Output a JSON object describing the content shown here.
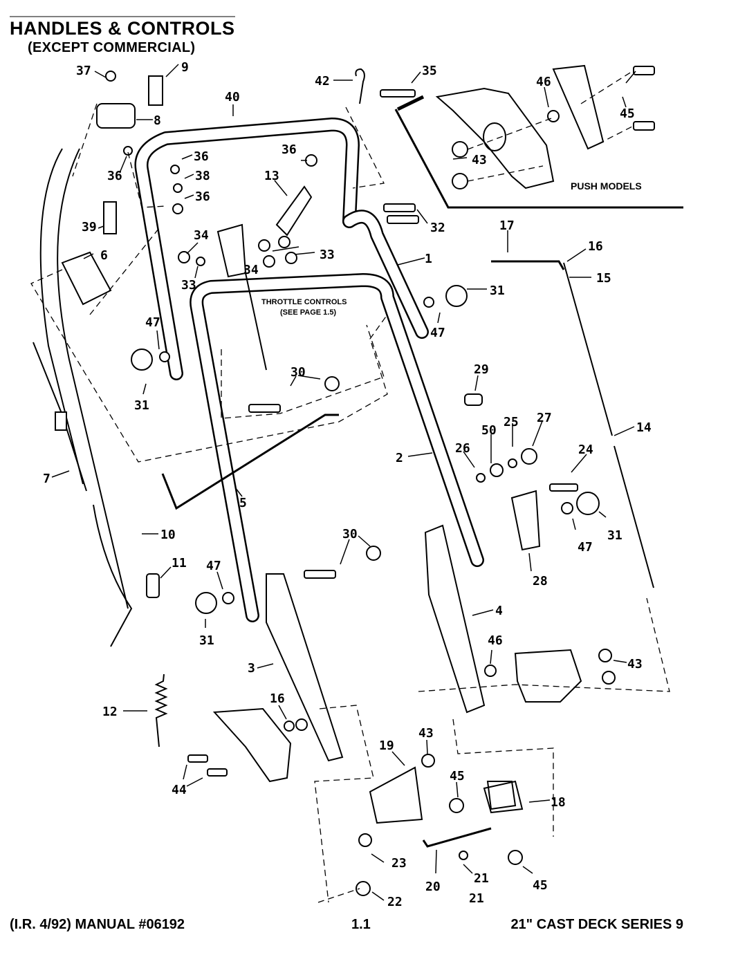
{
  "header": {
    "title": "HANDLES & CONTROLS",
    "subtitle": "(EXCEPT COMMERCIAL)"
  },
  "notes": {
    "throttle_line1": "THROTTLE CONTROLS",
    "throttle_line2": "(SEE PAGE 1.5)",
    "push_models": "PUSH MODELS"
  },
  "callouts": {
    "c37": "37",
    "c9": "9",
    "c8": "8",
    "c36a": "36",
    "c36b": "36",
    "c36c": "36",
    "c36d": "36",
    "c38": "38",
    "c39": "39",
    "c6": "6",
    "c40": "40",
    "c42": "42",
    "c35": "35",
    "c46a": "46",
    "c45a": "45",
    "c43a": "43",
    "c13": "13",
    "c32": "32",
    "c34a": "34",
    "c34b": "34",
    "c33a": "33",
    "c33b": "33",
    "c1": "1",
    "c17": "17",
    "c16a": "16",
    "c15": "15",
    "c31a": "31",
    "c47a": "47",
    "c47b": "47",
    "c31b": "31",
    "c30a": "30",
    "c29": "29",
    "c50": "50",
    "c25": "25",
    "c27": "27",
    "c26": "26",
    "c24": "24",
    "c2": "2",
    "c14": "14",
    "c7": "7",
    "c5": "5",
    "c10": "10",
    "c30b": "30",
    "c11": "11",
    "c47c": "47",
    "c47d": "47",
    "c31c": "31",
    "c28": "28",
    "c31d": "31",
    "c4": "4",
    "c46b": "46",
    "c43b": "43",
    "c3": "3",
    "c12": "12",
    "c16b": "16",
    "c43c": "43",
    "c19": "19",
    "c45b": "45",
    "c18": "18",
    "c44": "44",
    "c23": "23",
    "c20": "20",
    "c21a": "21",
    "c45c": "45",
    "c22": "22",
    "c21b": "21"
  },
  "footer": {
    "left": "(I.R. 4/92) MANUAL #06192",
    "center": "1.1",
    "right": "21\" CAST DECK SERIES 9"
  }
}
